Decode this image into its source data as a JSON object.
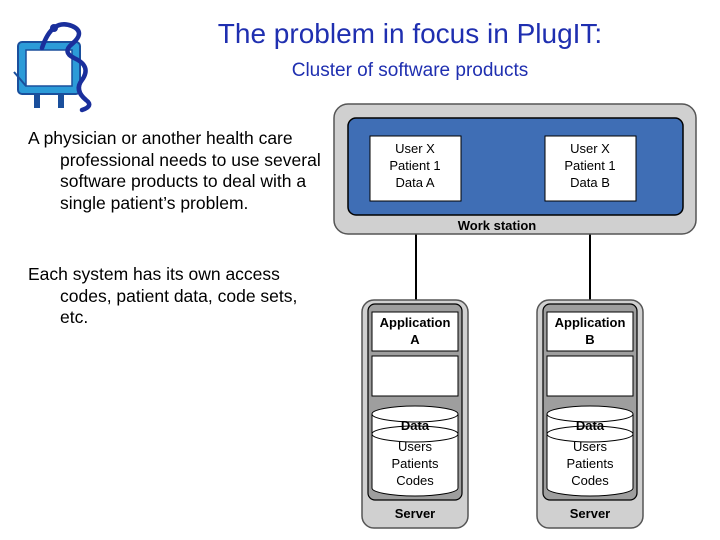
{
  "title": "The problem in focus in PlugIT:",
  "subtitle": "Cluster of software products",
  "paragraphs": [
    "A physician or another health care professional needs to use several software products to deal with a single patient’s problem.",
    "Each system has its own access codes, patient data, code sets, etc."
  ],
  "workstation": {
    "label": "Work station",
    "screens": [
      [
        "User X",
        "Patient 1",
        "Data A"
      ],
      [
        "User X",
        "Patient 1",
        "Data B"
      ]
    ]
  },
  "servers": [
    {
      "app": [
        "Application",
        "A"
      ],
      "data_label": "Data",
      "data_items": [
        "Users",
        "Patients",
        "Codes"
      ],
      "label": "Server"
    },
    {
      "app": [
        "Application",
        "B"
      ],
      "data_label": "Data",
      "data_items": [
        "Users",
        "Patients",
        "Codes"
      ],
      "label": "Server"
    }
  ],
  "colors": {
    "title": "#1f2fb0",
    "workstation_fill": "#3f6eb5",
    "server_fill": "#9e9e9e",
    "frame_fill": "#d0d0d0"
  }
}
